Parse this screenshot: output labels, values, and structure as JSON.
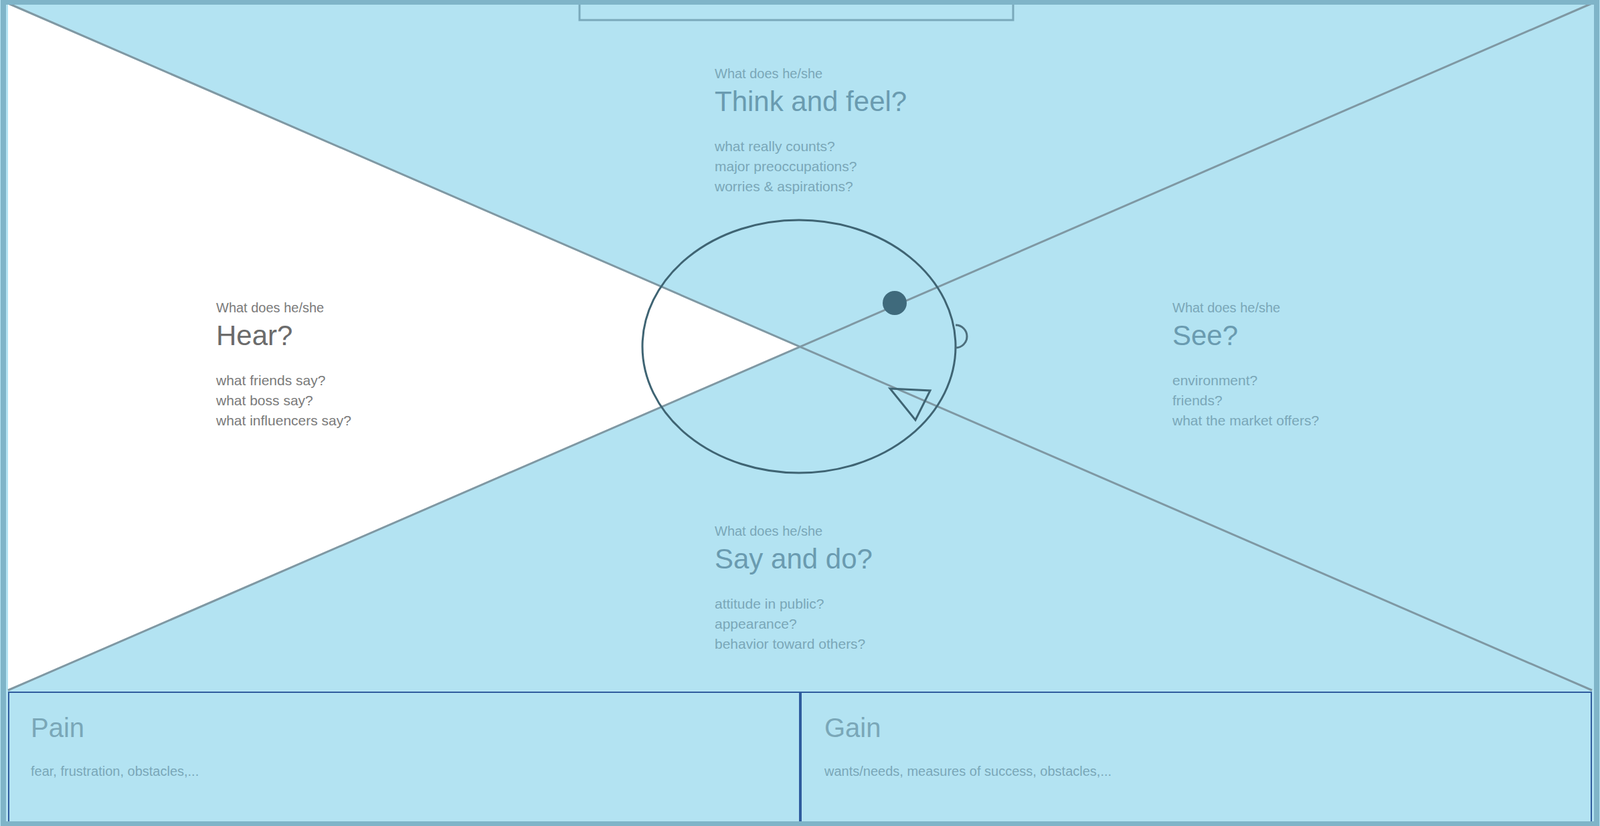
{
  "diagram": {
    "nodes": [
      {
        "text": [
          "What does he/she",
          "Think and feel?",
          "what really counts?",
          "major preoccupations?",
          "worries & aspirations?"
        ]
      },
      {
        "text": [
          "What does he/she",
          "Hear?",
          "what friends say?",
          "what boss say?",
          "what influencers say?"
        ]
      },
      {
        "text": [
          "What does he/she",
          "See?",
          "environment?",
          "friends?",
          "what the market offers?"
        ]
      },
      {
        "text": [
          "What does he/she",
          "Say and do?",
          "attitude in public?",
          "appearance?",
          "behavior toward others?"
        ]
      },
      {
        "text": [
          "Pain",
          "fear, frustration, obstacles,..."
        ]
      },
      {
        "text": [
          "Gain",
          "wants/needs, measures of success, obstacles,..."
        ]
      }
    ]
  }
}
